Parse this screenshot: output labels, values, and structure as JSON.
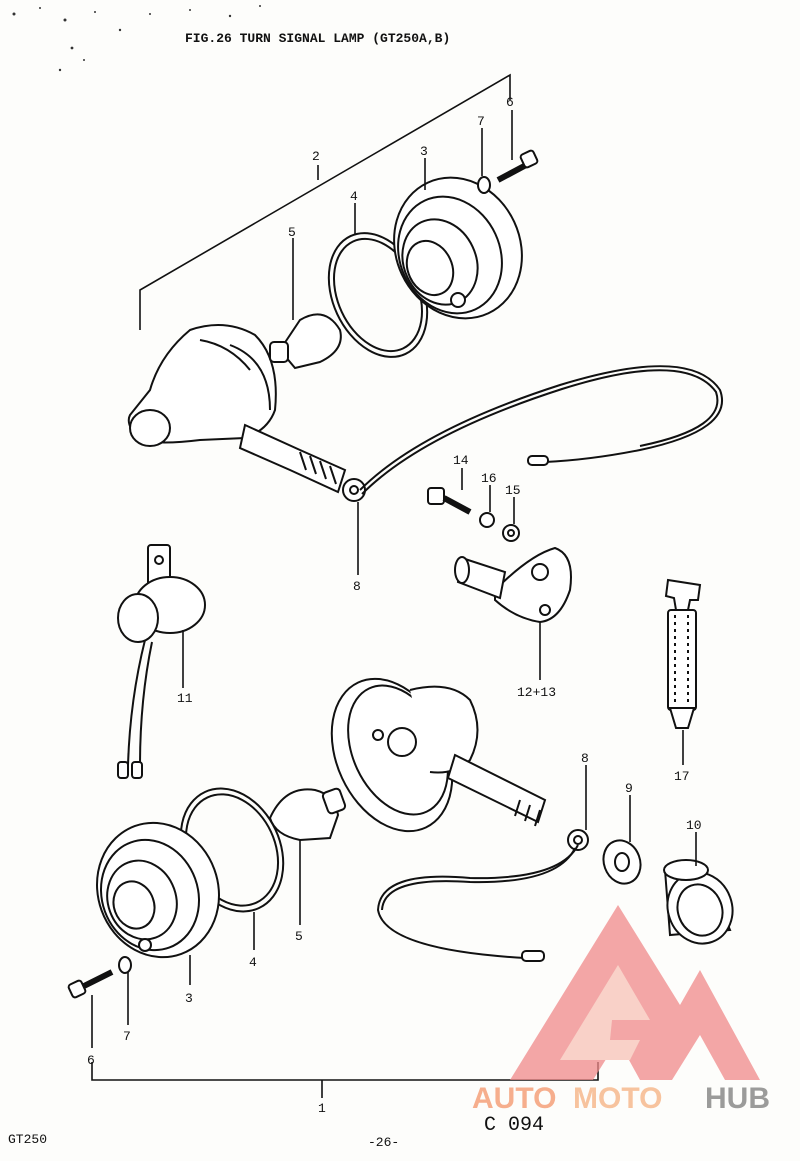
{
  "title": "FIG.26  TURN SIGNAL LAMP (GT250A,B)",
  "labels": {
    "l1": "1",
    "l2": "2",
    "l3a": "3",
    "l3b": "3",
    "l4a": "4",
    "l4b": "4",
    "l5a": "5",
    "l5b": "5",
    "l6a": "6",
    "l6b": "6",
    "l7a": "7",
    "l7b": "7",
    "l8a": "8",
    "l8b": "8",
    "l9": "9",
    "l10": "10",
    "l11": "11",
    "l1213": "12+13",
    "l14": "14",
    "l15": "15",
    "l16": "16",
    "l17": "17"
  },
  "footer": {
    "model": "GT250",
    "page": "-26-",
    "code": "C 094"
  },
  "watermark": {
    "text_a": "AUTO",
    "text_b": "MOTO",
    "text_c": "HUB",
    "color_a": "#f5a17a",
    "color_b": "#f7b98e",
    "color_c": "#8a8a8a",
    "logo_color": "#f08a8a"
  }
}
